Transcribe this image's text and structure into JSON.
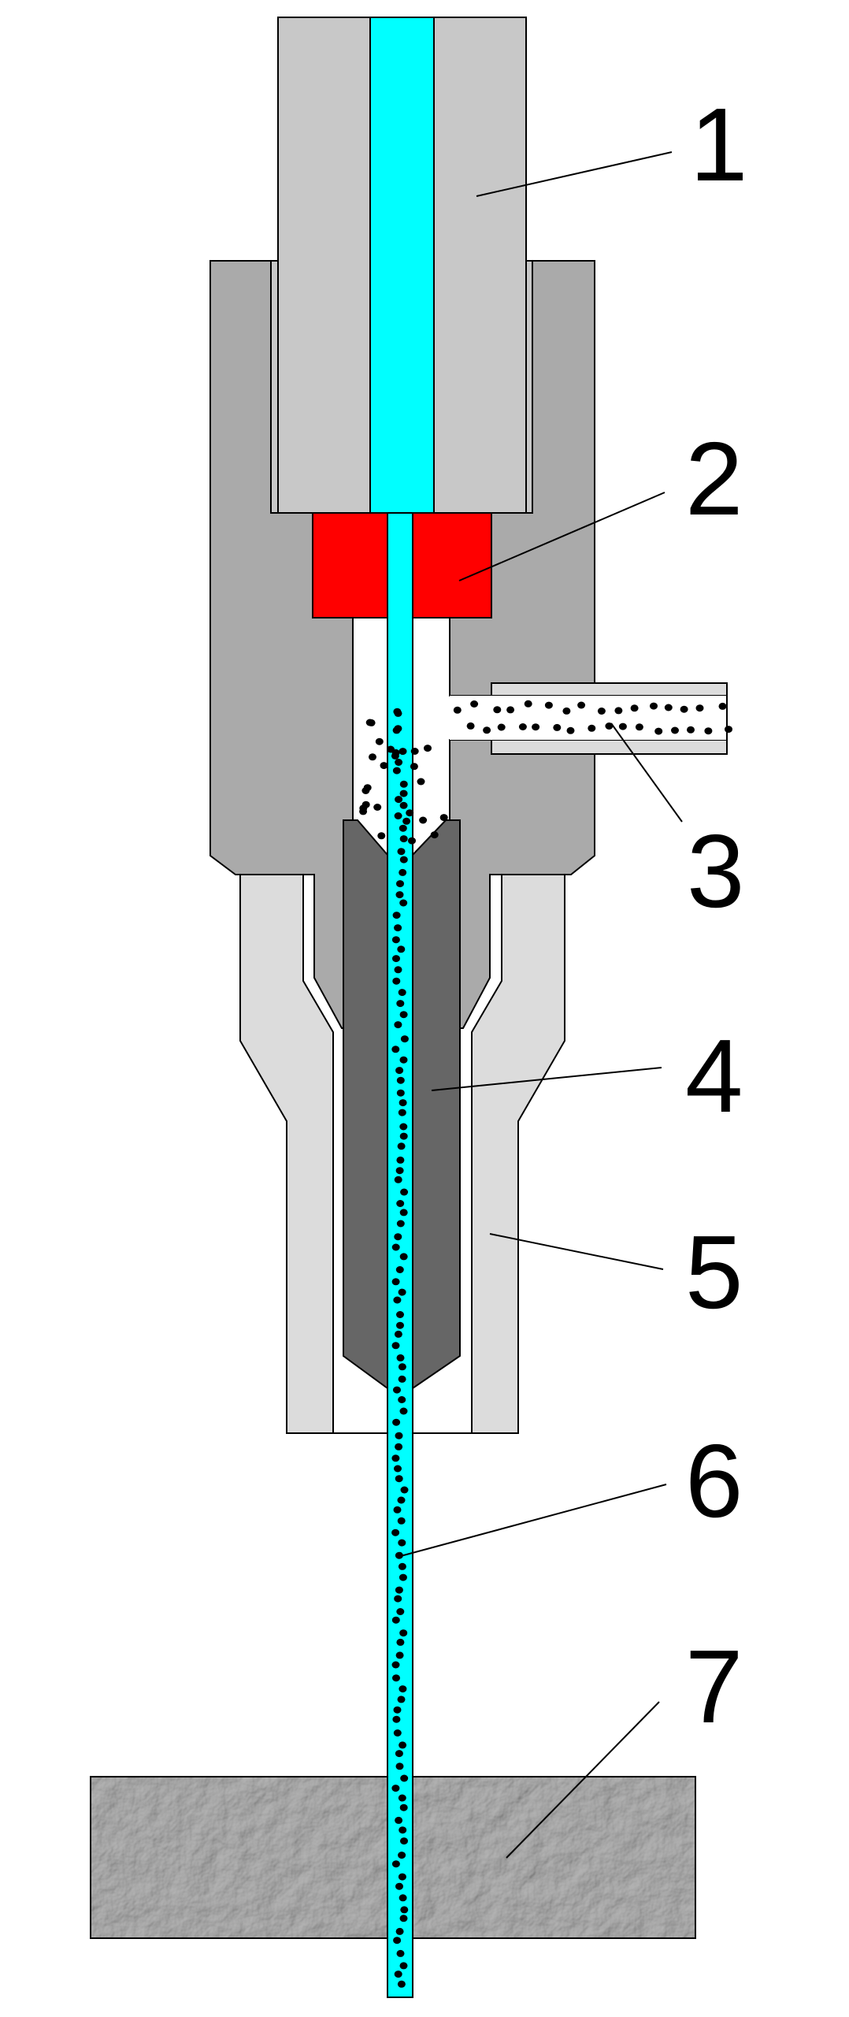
{
  "diagram": {
    "labels": [
      "1",
      "2",
      "3",
      "4",
      "5",
      "6",
      "7"
    ],
    "colors": {
      "water": "#00ffff",
      "orifice": "#ff0000",
      "housing": "#aaaaaa",
      "high_pressure_block": "#c8c8c8",
      "nozzle": "#666666",
      "guard": "#dcdcdc",
      "workpiece": "#8c8c8c",
      "abrasive": "#000000"
    }
  }
}
